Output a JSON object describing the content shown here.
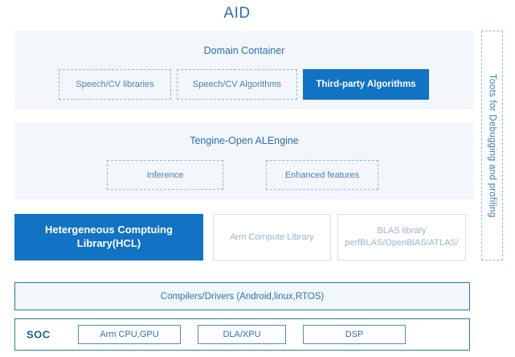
{
  "title": "AID",
  "domain_container": {
    "label": "Domain Container",
    "boxes": [
      {
        "label": "Speech/CV libraries",
        "style": "dashed"
      },
      {
        "label": "Speech/CV Algorithms",
        "style": "dashed"
      },
      {
        "label": "Third-party Algorithms",
        "style": "filled-blue"
      }
    ]
  },
  "engine": {
    "label": "Tengine-Open ALEngine",
    "boxes": [
      {
        "label": "Inference",
        "style": "dashed"
      },
      {
        "label": "Enhanced features",
        "style": "dashed"
      }
    ]
  },
  "library_row": {
    "boxes": [
      {
        "label_line1": "Hetergeneous Comptuing",
        "label_line2": "Library(HCL)",
        "style": "filled-blue"
      },
      {
        "label_line1": "Arm Compute Library",
        "label_line2": "",
        "style": "outlined"
      },
      {
        "label_line1": "BLAS library",
        "label_line2": "perfBLAS/OpenBlAS/ATLAS/",
        "style": "outlined"
      }
    ]
  },
  "compilers": {
    "label": "Compilers/Drivers (Android,linux,RTOS)"
  },
  "soc": {
    "label": "SOC",
    "boxes": [
      {
        "label": "Arm CPU,GPU"
      },
      {
        "label": "DLA/XPU"
      },
      {
        "label": "DSP"
      }
    ]
  },
  "tools": {
    "label": "Toots for Debugging and profiling"
  },
  "colors": {
    "accent_blue": "#1272c4",
    "text_blue": "#2e6fb0",
    "panel_bg": "#f3f7fb",
    "dashed_border": "#8fb9dd",
    "bar_border": "#2b7a9b",
    "muted_text": "#9fb3cc"
  }
}
